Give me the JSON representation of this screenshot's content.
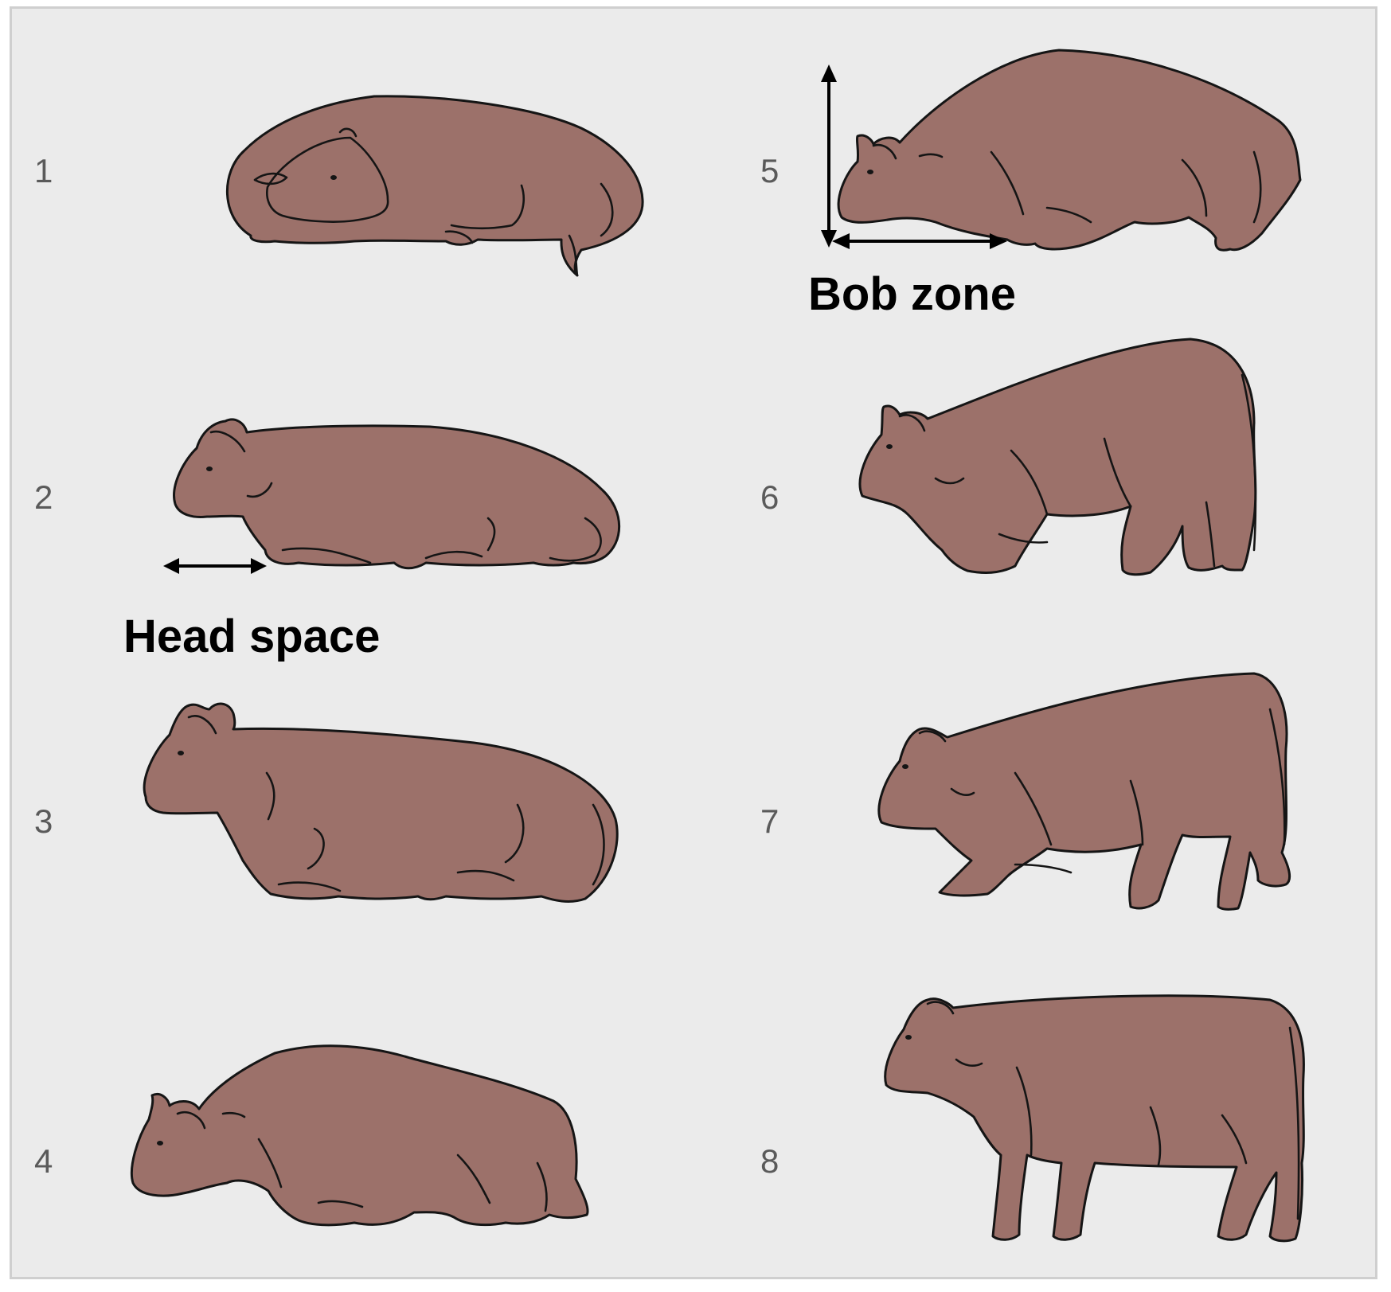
{
  "figure": {
    "stage_numbers": [
      "1",
      "2",
      "3",
      "4",
      "5",
      "6",
      "7",
      "8"
    ],
    "labels": {
      "head_space": "Head space",
      "bob_zone": "Bob zone"
    },
    "colors": {
      "background": "#ebebeb",
      "frame_border": "#cfcfcf",
      "cow_fill": "#9c716a",
      "outline": "#151515",
      "number_text": "#5a5a5a",
      "label_text": "#000000"
    }
  }
}
